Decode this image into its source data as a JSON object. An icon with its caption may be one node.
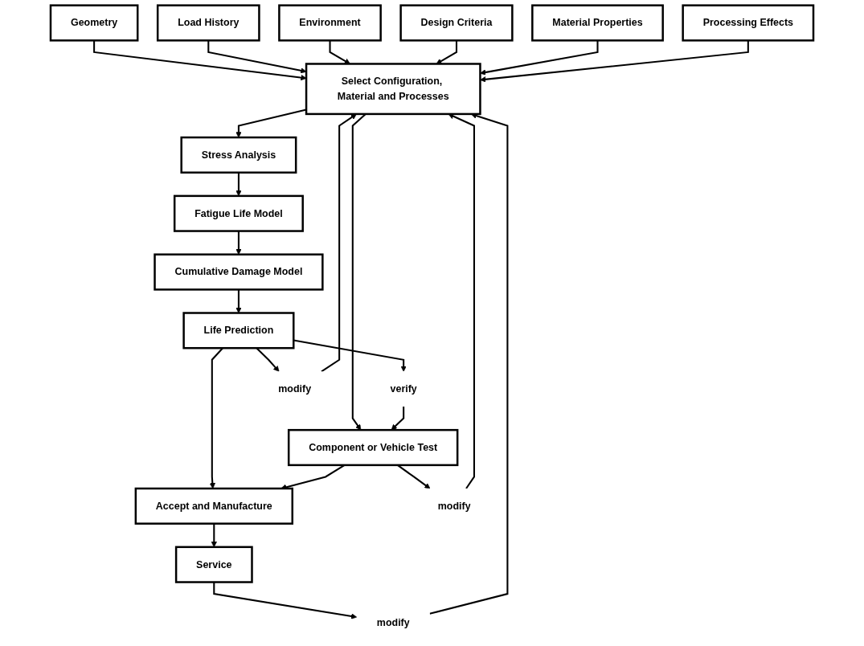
{
  "diagram": {
    "nodes": [
      {
        "text": [
          "Geometry"
        ]
      },
      {
        "text": [
          "Load History"
        ]
      },
      {
        "text": [
          "Environment"
        ]
      },
      {
        "text": [
          "Design Criteria"
        ]
      },
      {
        "text": [
          "Material Properties"
        ]
      },
      {
        "text": [
          "Processing Effects"
        ]
      },
      {
        "text": [
          "Select Configuration, Material and Processes"
        ]
      },
      {
        "text": [
          "Stress Analysis"
        ]
      },
      {
        "text": [
          "Fatigue Life Model"
        ]
      },
      {
        "text": [
          "Cumulative Damage Model"
        ]
      },
      {
        "text": [
          "Life Prediction"
        ]
      },
      {
        "text": [
          "Accept and Manufacture"
        ]
      },
      {
        "text": [
          "Service"
        ]
      },
      {
        "text": [
          "Component or Vehicle Test"
        ]
      },
      {
        "text": [
          "modify"
        ]
      },
      {
        "text": [
          "verify"
        ]
      },
      {
        "text": [
          "modify"
        ]
      },
      {
        "text": [
          "modify"
        ]
      }
    ],
    "edges": [
      {
        "from": 0,
        "to": 6,
        "arrow": "to"
      },
      {
        "from": 1,
        "to": 6,
        "arrow": "to"
      },
      {
        "from": 2,
        "to": 6,
        "arrow": "to"
      },
      {
        "from": 3,
        "to": 6,
        "arrow": "to"
      },
      {
        "from": 4,
        "to": 6,
        "arrow": "to"
      },
      {
        "from": 5,
        "to": 6,
        "arrow": "to"
      },
      {
        "from": 6,
        "to": 7,
        "arrow": "to"
      },
      {
        "from": 7,
        "to": 8,
        "arrow": "to"
      },
      {
        "from": 8,
        "to": 9,
        "arrow": "to"
      },
      {
        "from": 9,
        "to": 10,
        "arrow": "to"
      },
      {
        "from": 10,
        "to": 11,
        "arrow": "to"
      },
      {
        "from": 11,
        "to": 12,
        "arrow": "to"
      },
      {
        "from": 6,
        "to": 13,
        "arrow": "to"
      },
      {
        "from": 13,
        "to": 14,
        "arrow": "to"
      },
      {
        "from": 14,
        "to": 6,
        "arrow": "to"
      },
      {
        "from": 13,
        "to": 11,
        "arrow": "to"
      },
      {
        "from": 10,
        "to": 15,
        "arrow": "to"
      },
      {
        "from": 15,
        "to": 13,
        "arrow": "to"
      },
      {
        "from": 10,
        "to": 16,
        "arrow": "to"
      },
      {
        "from": 16,
        "to": 6,
        "arrow": "to"
      },
      {
        "from": 12,
        "to": 17,
        "arrow": "to"
      },
      {
        "from": 17,
        "to": 6,
        "arrow": "to"
      }
    ]
  }
}
